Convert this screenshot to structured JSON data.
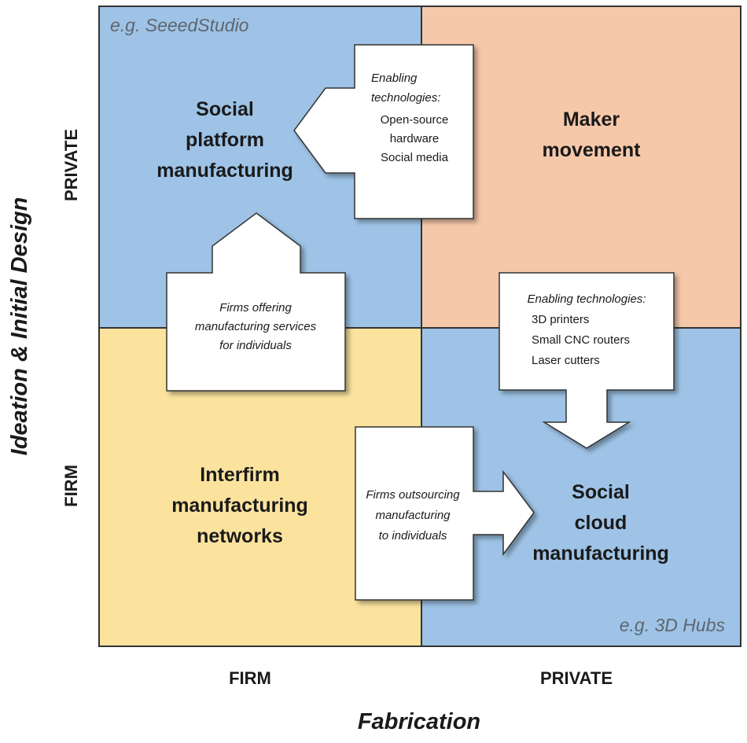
{
  "colors": {
    "quadrant_private_firm": "#9ec3e6",
    "quadrant_private_private": "#f6c8aa",
    "quadrant_firm_firm": "#fbe39e",
    "quadrant_firm_private": "#9ec3e6",
    "grid_line": "#333333",
    "example_text": "#5f6670"
  },
  "axes": {
    "x_title": "Fabrication",
    "y_title": "Ideation & Initial Design",
    "x_labels": [
      "FIRM",
      "PRIVATE"
    ],
    "y_labels": [
      "PRIVATE",
      "FIRM"
    ]
  },
  "quadrants": {
    "top_left": {
      "lines": [
        "Social",
        "platform",
        "manufacturing"
      ],
      "example": "e.g. SeeedStudio"
    },
    "top_right": {
      "lines": [
        "Maker",
        "movement"
      ]
    },
    "bottom_left": {
      "lines": [
        "Interfirm",
        "manufacturing",
        "networks"
      ]
    },
    "bottom_right": {
      "lines": [
        "Social",
        "cloud",
        "manufacturing"
      ],
      "example": "e.g. 3D Hubs"
    }
  },
  "callouts": {
    "left_arrow": {
      "heading": [
        "Enabling",
        "technologies:"
      ],
      "items": [
        "Open-source",
        "hardware",
        "Social media"
      ]
    },
    "up_arrow": {
      "lines": [
        "Firms offering",
        "manufacturing services",
        "for individuals"
      ]
    },
    "down_arrow": {
      "heading": [
        "Enabling technologies:"
      ],
      "items": [
        "3D printers",
        "Small CNC routers",
        "Laser cutters"
      ]
    },
    "right_arrow": {
      "lines": [
        "Firms outsourcing",
        "manufacturing",
        "to individuals"
      ]
    }
  }
}
